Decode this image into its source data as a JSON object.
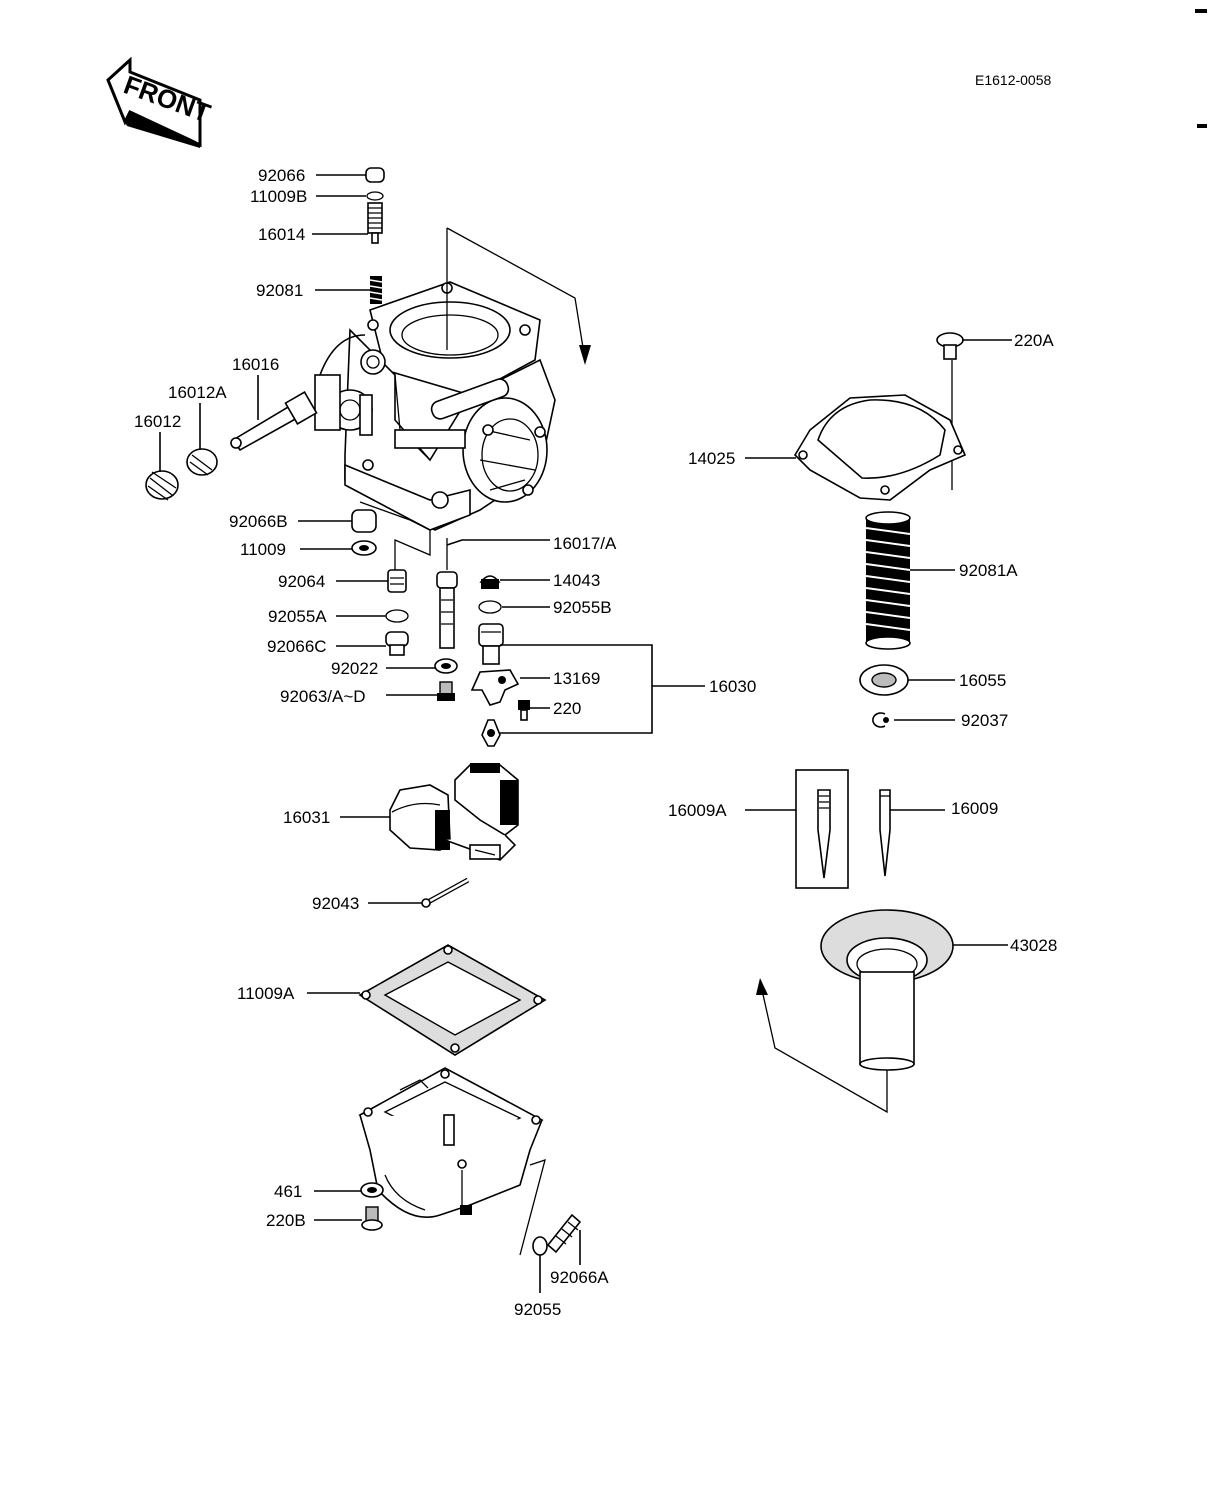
{
  "diagram_code": "E1612-0058",
  "front_label": "FRONT",
  "labels": {
    "p92066": "92066",
    "p11009B": "11009B",
    "p16014": "16014",
    "p92081": "92081",
    "p16016": "16016",
    "p16012A": "16012A",
    "p16012": "16012",
    "p92066B": "92066B",
    "p11009": "11009",
    "p92064": "92064",
    "p92055A": "92055A",
    "p92066C": "92066C",
    "p92022": "92022",
    "p92063": "92063/A~D",
    "p16017": "16017/A",
    "p14043": "14043",
    "p92055B": "92055B",
    "p13169": "13169",
    "p220": "220",
    "p16030": "16030",
    "p16031": "16031",
    "p92043": "92043",
    "p11009A": "11009A",
    "p461": "461",
    "p220B": "220B",
    "p92055": "92055",
    "p92066A": "92066A",
    "p220A": "220A",
    "p14025": "14025",
    "p92081A": "92081A",
    "p16055": "16055",
    "p92037": "92037",
    "p16009A": "16009A",
    "p16009": "16009",
    "p43028": "43028"
  }
}
